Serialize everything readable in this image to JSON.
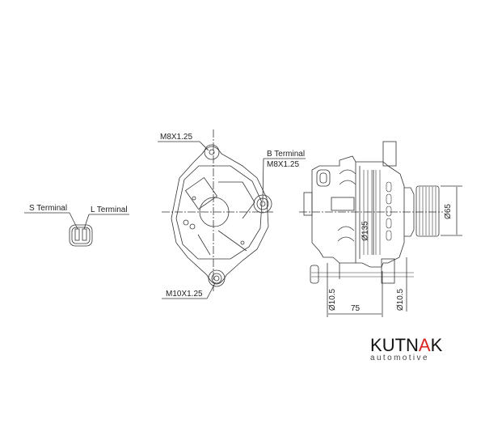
{
  "labels": {
    "s_terminal": "S Terminal",
    "l_terminal": "L Terminal",
    "top_bolt": "M8X1.25",
    "b_terminal": "B Terminal",
    "b_terminal_thread": "M8X1.25",
    "bottom_bolt": "M10X1.25"
  },
  "dimensions": {
    "pulley_diameter": "Ø65",
    "body_diameter": "Ø135",
    "left_hole": "Ø10.5",
    "right_hole": "Ø10.5",
    "mount_spacing": "75"
  },
  "brand": {
    "name": "KUTNAK",
    "tagline": "automotive",
    "accent": "#d8231f"
  }
}
